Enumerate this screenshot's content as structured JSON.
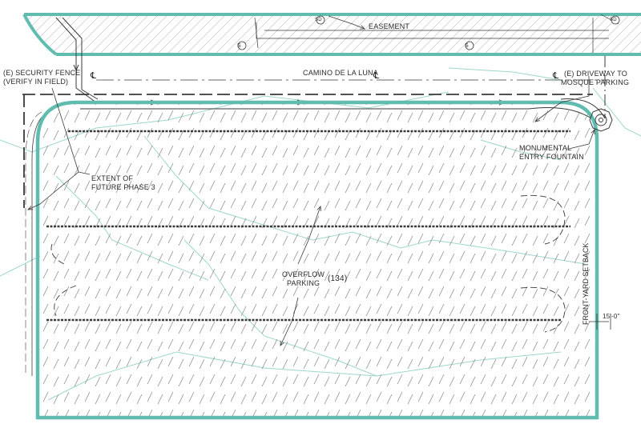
{
  "labels": {
    "easement": "EASEMENT",
    "road_name": "CAMINO DE LA LUNA",
    "security_fence_line1": "(E) SECURITY FENCE",
    "security_fence_line2": "(VERIFY IN FIELD)",
    "driveway_line1": "(E) DRIVEWAY TO",
    "driveway_line2": "MOSQUE PARKING",
    "fountain_line1": "MONUMENTAL",
    "fountain_line2": "ENTRY FOUNTAIN",
    "phase_line1": "EXTENT OF",
    "phase_line2": "FUTURE PHASE 3",
    "overflow_line1": "OVERFLOW",
    "overflow_line2": "PARKING",
    "space_count": "(134)",
    "setback": "FRONT-YARD SETBACK",
    "setback_dim": "15'-0\"",
    "centerline_symbol": "℄",
    "sewer_symbol": "S",
    "storm_symbol": "SD"
  },
  "colors": {
    "outline": "#5fbcae",
    "linework": "#3a3a3a",
    "hatch": "#8a8a8a",
    "contour": "#9dd6cc"
  }
}
